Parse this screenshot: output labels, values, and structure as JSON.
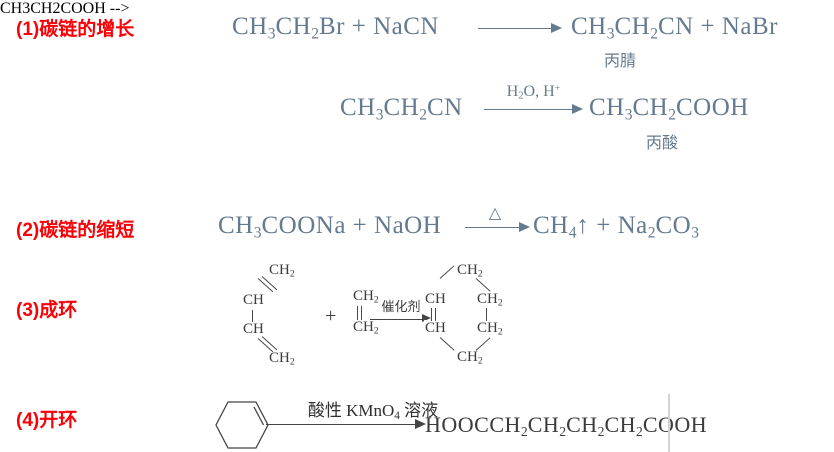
{
  "slide": {
    "title_color": "#fb0007",
    "formula_color": "#647a8e",
    "structure_color": "#3b3b3b",
    "background": "#ffffff"
  },
  "sections": [
    {
      "number": "(1)",
      "label": "(1)碳链的增长",
      "reactions": [
        {
          "reactant": "CH3CH2Br  +  NaCN",
          "reactant_parts": [
            "CH",
            "3",
            "CH",
            "2",
            "Br  +  NaCN"
          ],
          "arrow_above": "",
          "product": "CH3CH2CN  +  NaBr",
          "product_name": "丙腈"
        },
        {
          "reactant": "CH3CH2CN",
          "arrow_above": "H2O, H+",
          "product": "CH3CH2COOH",
          "product_name": "丙酸"
        }
      ]
    },
    {
      "number": "(2)",
      "label": "(2)碳链的缩短",
      "reactions": [
        {
          "reactant": "CH3COONa  +  NaOH",
          "arrow_above": "△",
          "product": "CH4↑  +  Na2CO3",
          "product_name": ""
        }
      ]
    },
    {
      "number": "(3)",
      "label": "(3)成环",
      "reaction": {
        "reactant1_atoms": [
          "CH2",
          "CH",
          "CH",
          "CH2"
        ],
        "plus": "+",
        "reactant2_atoms": [
          "CH2",
          "CH2"
        ],
        "arrow_above": "催化剂",
        "product_atoms": [
          "CH2",
          "CH",
          "CH2",
          "CH",
          "CH2",
          "CH2"
        ]
      }
    },
    {
      "number": "(4)",
      "label": "(4)开环",
      "reaction": {
        "reactant_structure": "cyclohexene-ring",
        "arrow_above": "酸性 KMnO4 溶液",
        "product": "HOOCCH2CH2CH2CH2COOH"
      }
    }
  ],
  "formulas": {
    "eq1_left_a": "CH",
    "eq1_left_sub1": "3",
    "eq1_left_b": "CH",
    "eq1_left_sub2": "2",
    "eq1_left_c": "Br  +  NaCN",
    "eq1_right_a": "CH",
    "eq1_right_sub1": "3",
    "eq1_right_b": "CH",
    "eq1_right_sub2": "2",
    "eq1_right_c": "CN  +  NaBr",
    "eq1_product_name": "丙腈",
    "eq2_left_a": "CH",
    "eq2_left_sub1": "3",
    "eq2_left_b": "CH",
    "eq2_left_sub2": "2",
    "eq2_left_c": "CN",
    "eq2_cond_a": "H",
    "eq2_cond_sub": "2",
    "eq2_cond_b": "O,  H",
    "eq2_cond_sup": "+",
    "eq2_right_a": "CH",
    "eq2_right_sub1": "3",
    "eq2_right_b": "CH",
    "eq2_right_sub2": "2",
    "eq2_right_c": "COOH",
    "eq2_product_name": "丙酸",
    "eq3_left_a": "CH",
    "eq3_left_sub1": "3",
    "eq3_left_b": "COONa  +  NaOH",
    "eq3_cond": "△",
    "eq3_right_a": "CH",
    "eq3_right_sub1": "4",
    "eq3_right_b": "↑  +  Na",
    "eq3_right_sub2": "2",
    "eq3_right_c": "CO",
    "eq3_right_sub3": "3",
    "eq4_cond": "催化剂",
    "eq5_cond_a": "酸性 KMnO",
    "eq5_cond_sub": "4",
    "eq5_cond_b": " 溶液",
    "eq5_product_a": "HOOCCH",
    "eq5_product_sub1": "2",
    "eq5_product_b": "CH",
    "eq5_product_sub2": "2",
    "eq5_product_c": "CH",
    "eq5_product_sub3": "2",
    "eq5_product_d": "CH",
    "eq5_product_sub4": "2",
    "eq5_product_e": "COOH"
  },
  "structures": {
    "butadiene": {
      "a1": "CH",
      "a1s": "2",
      "a2": "CH",
      "a3": "CH",
      "a4": "CH",
      "a4s": "2"
    },
    "ethylene": {
      "b1": "CH",
      "b1s": "2",
      "b2": "CH",
      "b2s": "2"
    },
    "cyclohexene_product": {
      "top": "CH",
      "tops": "2",
      "upper_left": "CH",
      "upper_right": "CH",
      "uprs": "2",
      "lower_left": "CH",
      "lower_right": "CH",
      "lors": "2",
      "bottom": "CH",
      "bots": "2"
    },
    "plus_sign": "+"
  }
}
